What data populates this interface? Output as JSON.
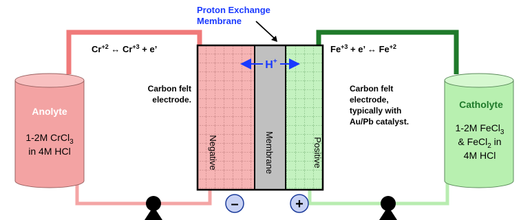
{
  "membrane_callout": {
    "line1": "Proton Exchange",
    "line2": "Membrane"
  },
  "reactions": {
    "anode": {
      "left_base": "Cr",
      "left_sup": "+2",
      "arrow": " ↔ ",
      "right_base": "Cr",
      "right_sup": "+3",
      "tail": " + e’"
    },
    "cathode": {
      "left_base": "Fe",
      "left_sup": "+3",
      "middle": " + e’ ↔ ",
      "right_base": "Fe",
      "right_sup": "+2"
    }
  },
  "proton": {
    "base": "H",
    "sup": "+"
  },
  "anolyte": {
    "title": "Anolyte",
    "line1_base": "1-2M CrCl",
    "line1_sub": "3",
    "line2": "in 4M HCl"
  },
  "catholyte": {
    "title": "Catholyte",
    "line1_base": "1-2M FeCl",
    "line1_sub": "3",
    "line2_base": "& FeCl",
    "line2_sub": "2",
    "line2_tail": " in",
    "line3": "4M HCl"
  },
  "left_electrode_desc": {
    "line1": "Carbon felt",
    "line2": "electrode."
  },
  "right_electrode_desc": {
    "line1": "Carbon felt",
    "line2": "electrode,",
    "line3": "typically with",
    "line4": "Au/Pb catalyst."
  },
  "electrodes": {
    "negative": "Negative",
    "membrane": "Membrane",
    "positive": "Positive"
  },
  "terminals": {
    "negative": "–",
    "positive": "+"
  },
  "colors": {
    "anolyte_fill": "#f4a0a0",
    "anolyte_line": "#e87878",
    "catholyte_fill": "#b8f0b0",
    "catholyte_line": "#1f7a2a",
    "membrane_fill": "#c0c0c0",
    "accent_blue": "#1a3aff"
  }
}
